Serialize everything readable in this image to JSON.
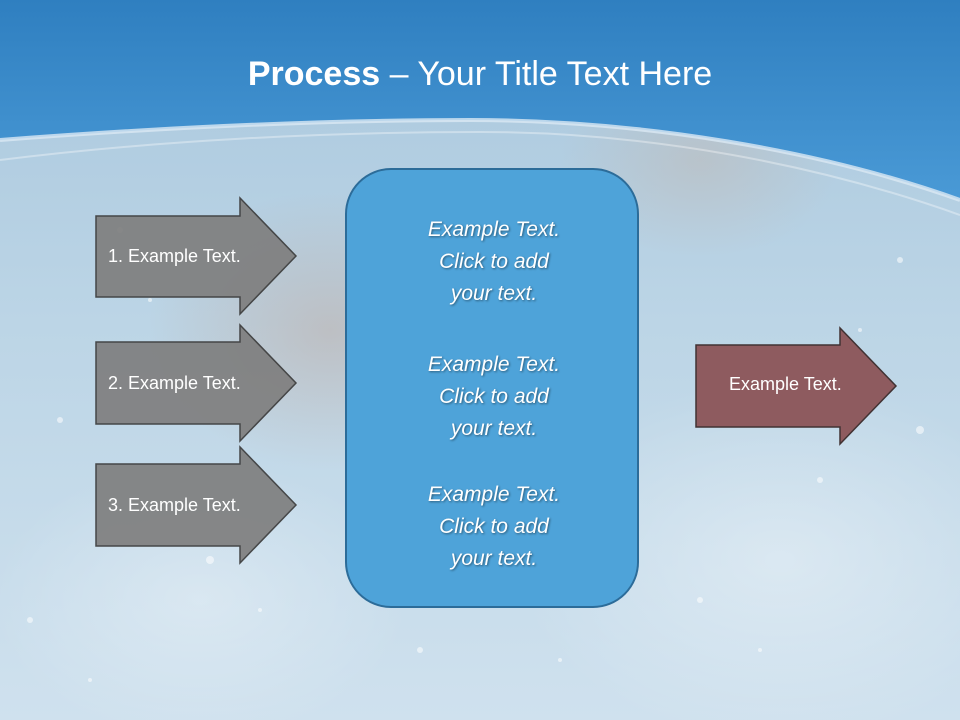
{
  "slide": {
    "title_bold": "Process",
    "title_rest": " – Your Title Text Here",
    "left_arrows": [
      {
        "label": "1. Example Text."
      },
      {
        "label": "2. Example Text."
      },
      {
        "label": "3. Example Text."
      }
    ],
    "center_box": {
      "blocks": [
        [
          "Example Text.",
          "Click  to add",
          "your text."
        ],
        [
          "Example Text.",
          "Click  to add",
          "your text."
        ],
        [
          "Example Text.",
          "Click  to add",
          "your text."
        ]
      ]
    },
    "right_arrow": {
      "label": "Example Text."
    }
  },
  "colors": {
    "header_blue": "#3d8ccb",
    "left_arrow_fill": "#7f7f7f",
    "center_box_fill": "#4ea3d9",
    "right_arrow_fill": "#8c5558"
  }
}
